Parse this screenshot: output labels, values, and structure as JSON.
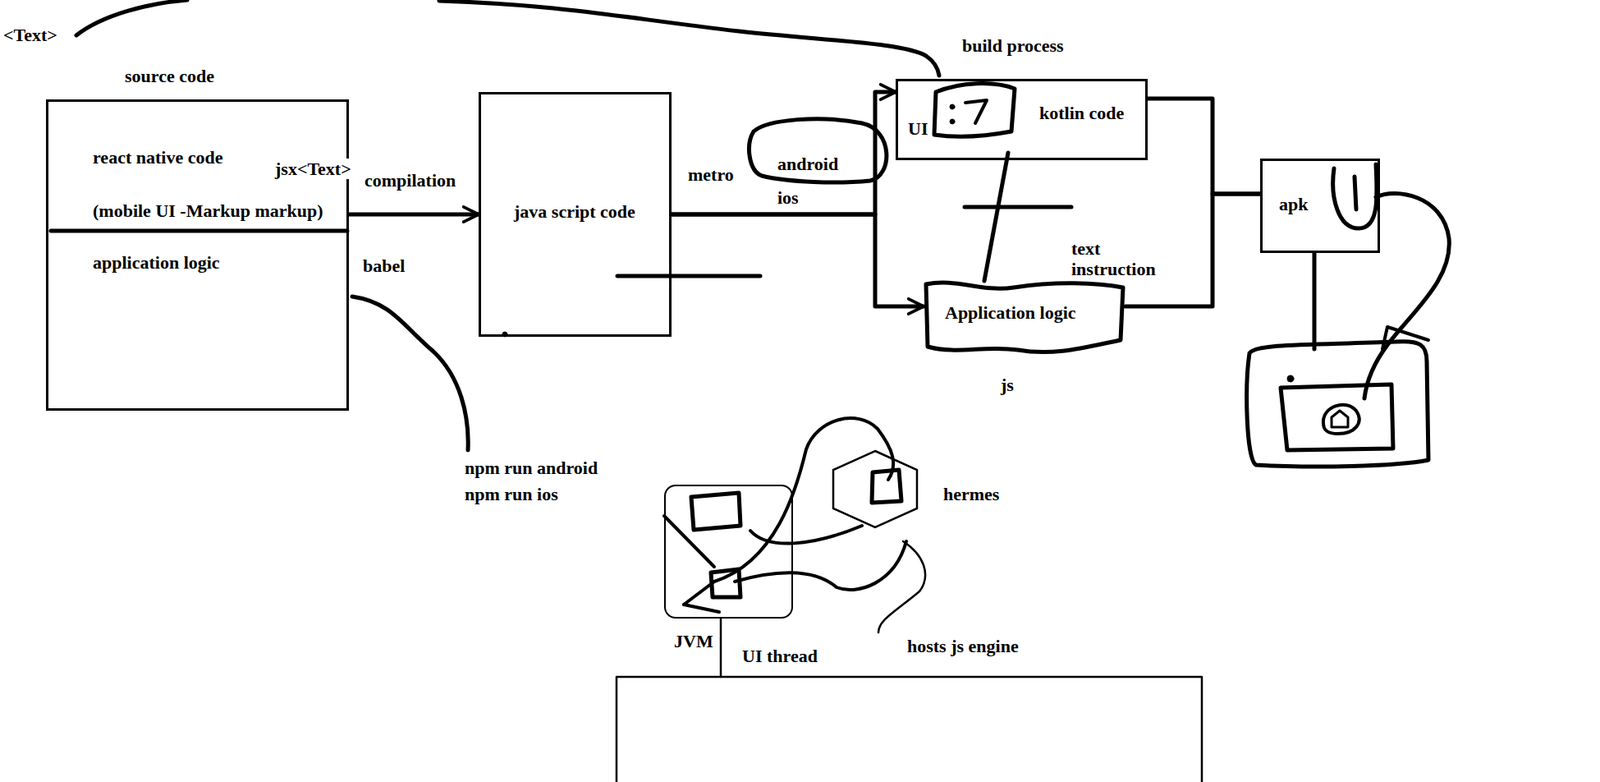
{
  "diagram": {
    "nodes": [
      {
        "text": [
          "source code",
          "react native code",
          "(mobile UI -Markup markup)",
          "application logic"
        ]
      },
      {
        "text": [
          "java script code"
        ]
      },
      {
        "text": [
          "UI",
          "kotlin code"
        ]
      },
      {
        "text": [
          "Application logic",
          "js"
        ]
      },
      {
        "text": [
          "apk"
        ]
      },
      {
        "text": [
          "hermes"
        ]
      },
      {
        "text": [
          "JVM"
        ]
      }
    ],
    "edges": [
      {
        "from": 0,
        "to": 1,
        "arrow": "to",
        "label": "compilation"
      },
      {
        "from": 1,
        "to": 2,
        "arrow": "to"
      },
      {
        "from": 1,
        "to": 3,
        "arrow": "to"
      },
      {
        "from": 2,
        "to": 4,
        "arrow": "none"
      },
      {
        "from": 3,
        "to": 4,
        "arrow": "none"
      }
    ],
    "labels": [
      "<Text>",
      "jsx<Text>",
      "babel",
      "npm run android",
      "npm run ios",
      "metro",
      "android",
      "ios",
      "build process",
      "text instruction",
      "UI thread",
      "hosts js engine"
    ]
  }
}
